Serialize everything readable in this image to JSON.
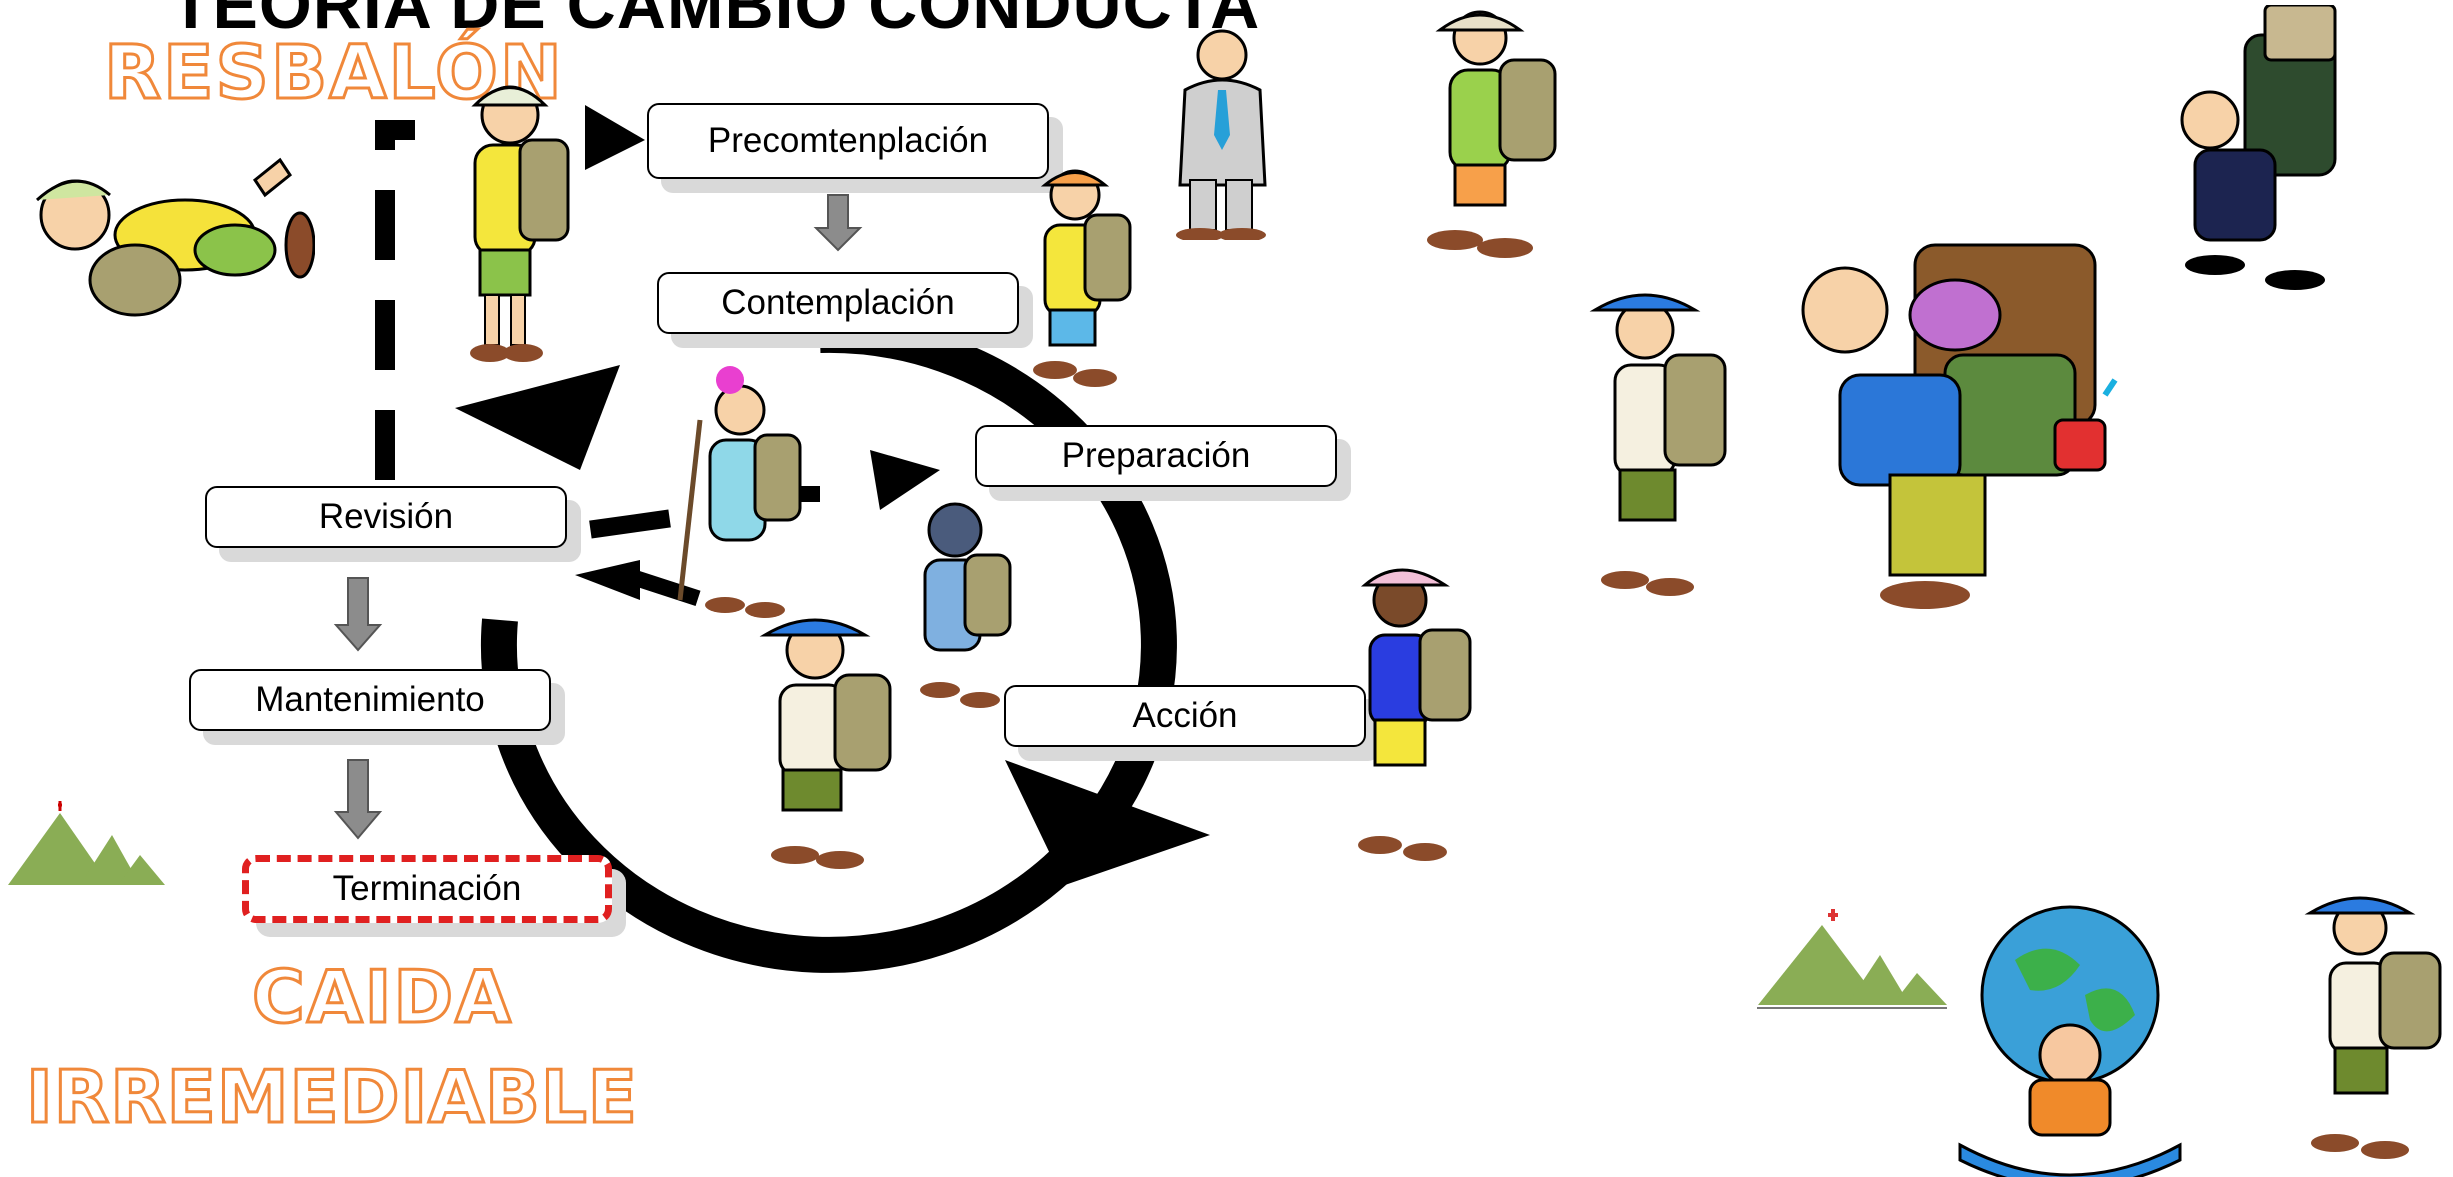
{
  "title": "TEORIA DE CAMBIO CONDUCTA",
  "labels": {
    "resbalon": "RESBALÓN",
    "caida": "CAIDA",
    "irremediable": "IRREMEDIABLE"
  },
  "stages": {
    "precontemplacion": "Precomtenplación",
    "contemplacion": "Contemplación",
    "preparacion": "Preparación",
    "accion": "Acción",
    "revision": "Revisión",
    "mantenimiento": "Mantenimiento",
    "terminacion": "Terminación"
  },
  "colors": {
    "outline_text": "#f0883a",
    "termination_border": "#e02020",
    "mountain": "#8aad55",
    "arrow_gray": "#8c8c8c",
    "box_shadow": "#d9d9d9"
  },
  "icons": [
    "hiker-figure",
    "mountain-icon",
    "man-in-suit",
    "person-holding-globe",
    "flag-icon"
  ]
}
